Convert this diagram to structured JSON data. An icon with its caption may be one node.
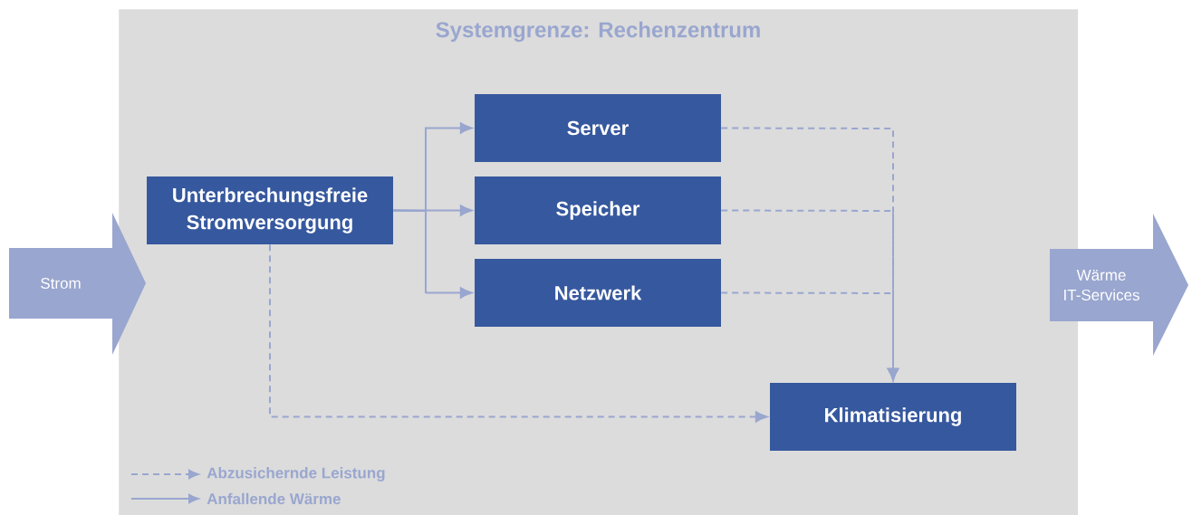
{
  "diagram": {
    "nodes": [
      {
        "text": [
          "Systemgrenze: Rechenzentrum"
        ]
      },
      {
        "text": [
          "Strom"
        ]
      },
      {
        "text": [
          "Unterbrechungsfreie Stromversorgung"
        ],
        "in": 0
      },
      {
        "text": [
          "Server"
        ],
        "in": 0
      },
      {
        "text": [
          "Speicher"
        ],
        "in": 0
      },
      {
        "text": [
          "Netzwerk"
        ],
        "in": 0
      },
      {
        "text": [
          "Klimatisierung"
        ],
        "in": 0
      },
      {
        "text": [
          "Wärme",
          "IT-Services"
        ]
      }
    ],
    "edges": [
      {
        "from": 2,
        "to": 3,
        "arrow": "to"
      },
      {
        "from": 2,
        "to": 4,
        "arrow": "to"
      },
      {
        "from": 2,
        "to": 5,
        "arrow": "to"
      },
      {
        "from": 3,
        "to": 6,
        "arrow": "to",
        "style": "dashed"
      },
      {
        "from": 4,
        "to": 6,
        "arrow": "to",
        "style": "dashed"
      },
      {
        "from": 5,
        "to": 6,
        "arrow": "to",
        "style": "dashed"
      },
      {
        "from": 2,
        "to": 6,
        "arrow": "to",
        "style": "dashed"
      }
    ],
    "legend": [
      {
        "text": "Abzusichernde Leistung"
      },
      {
        "text": "Anfallende Wärme"
      }
    ]
  }
}
